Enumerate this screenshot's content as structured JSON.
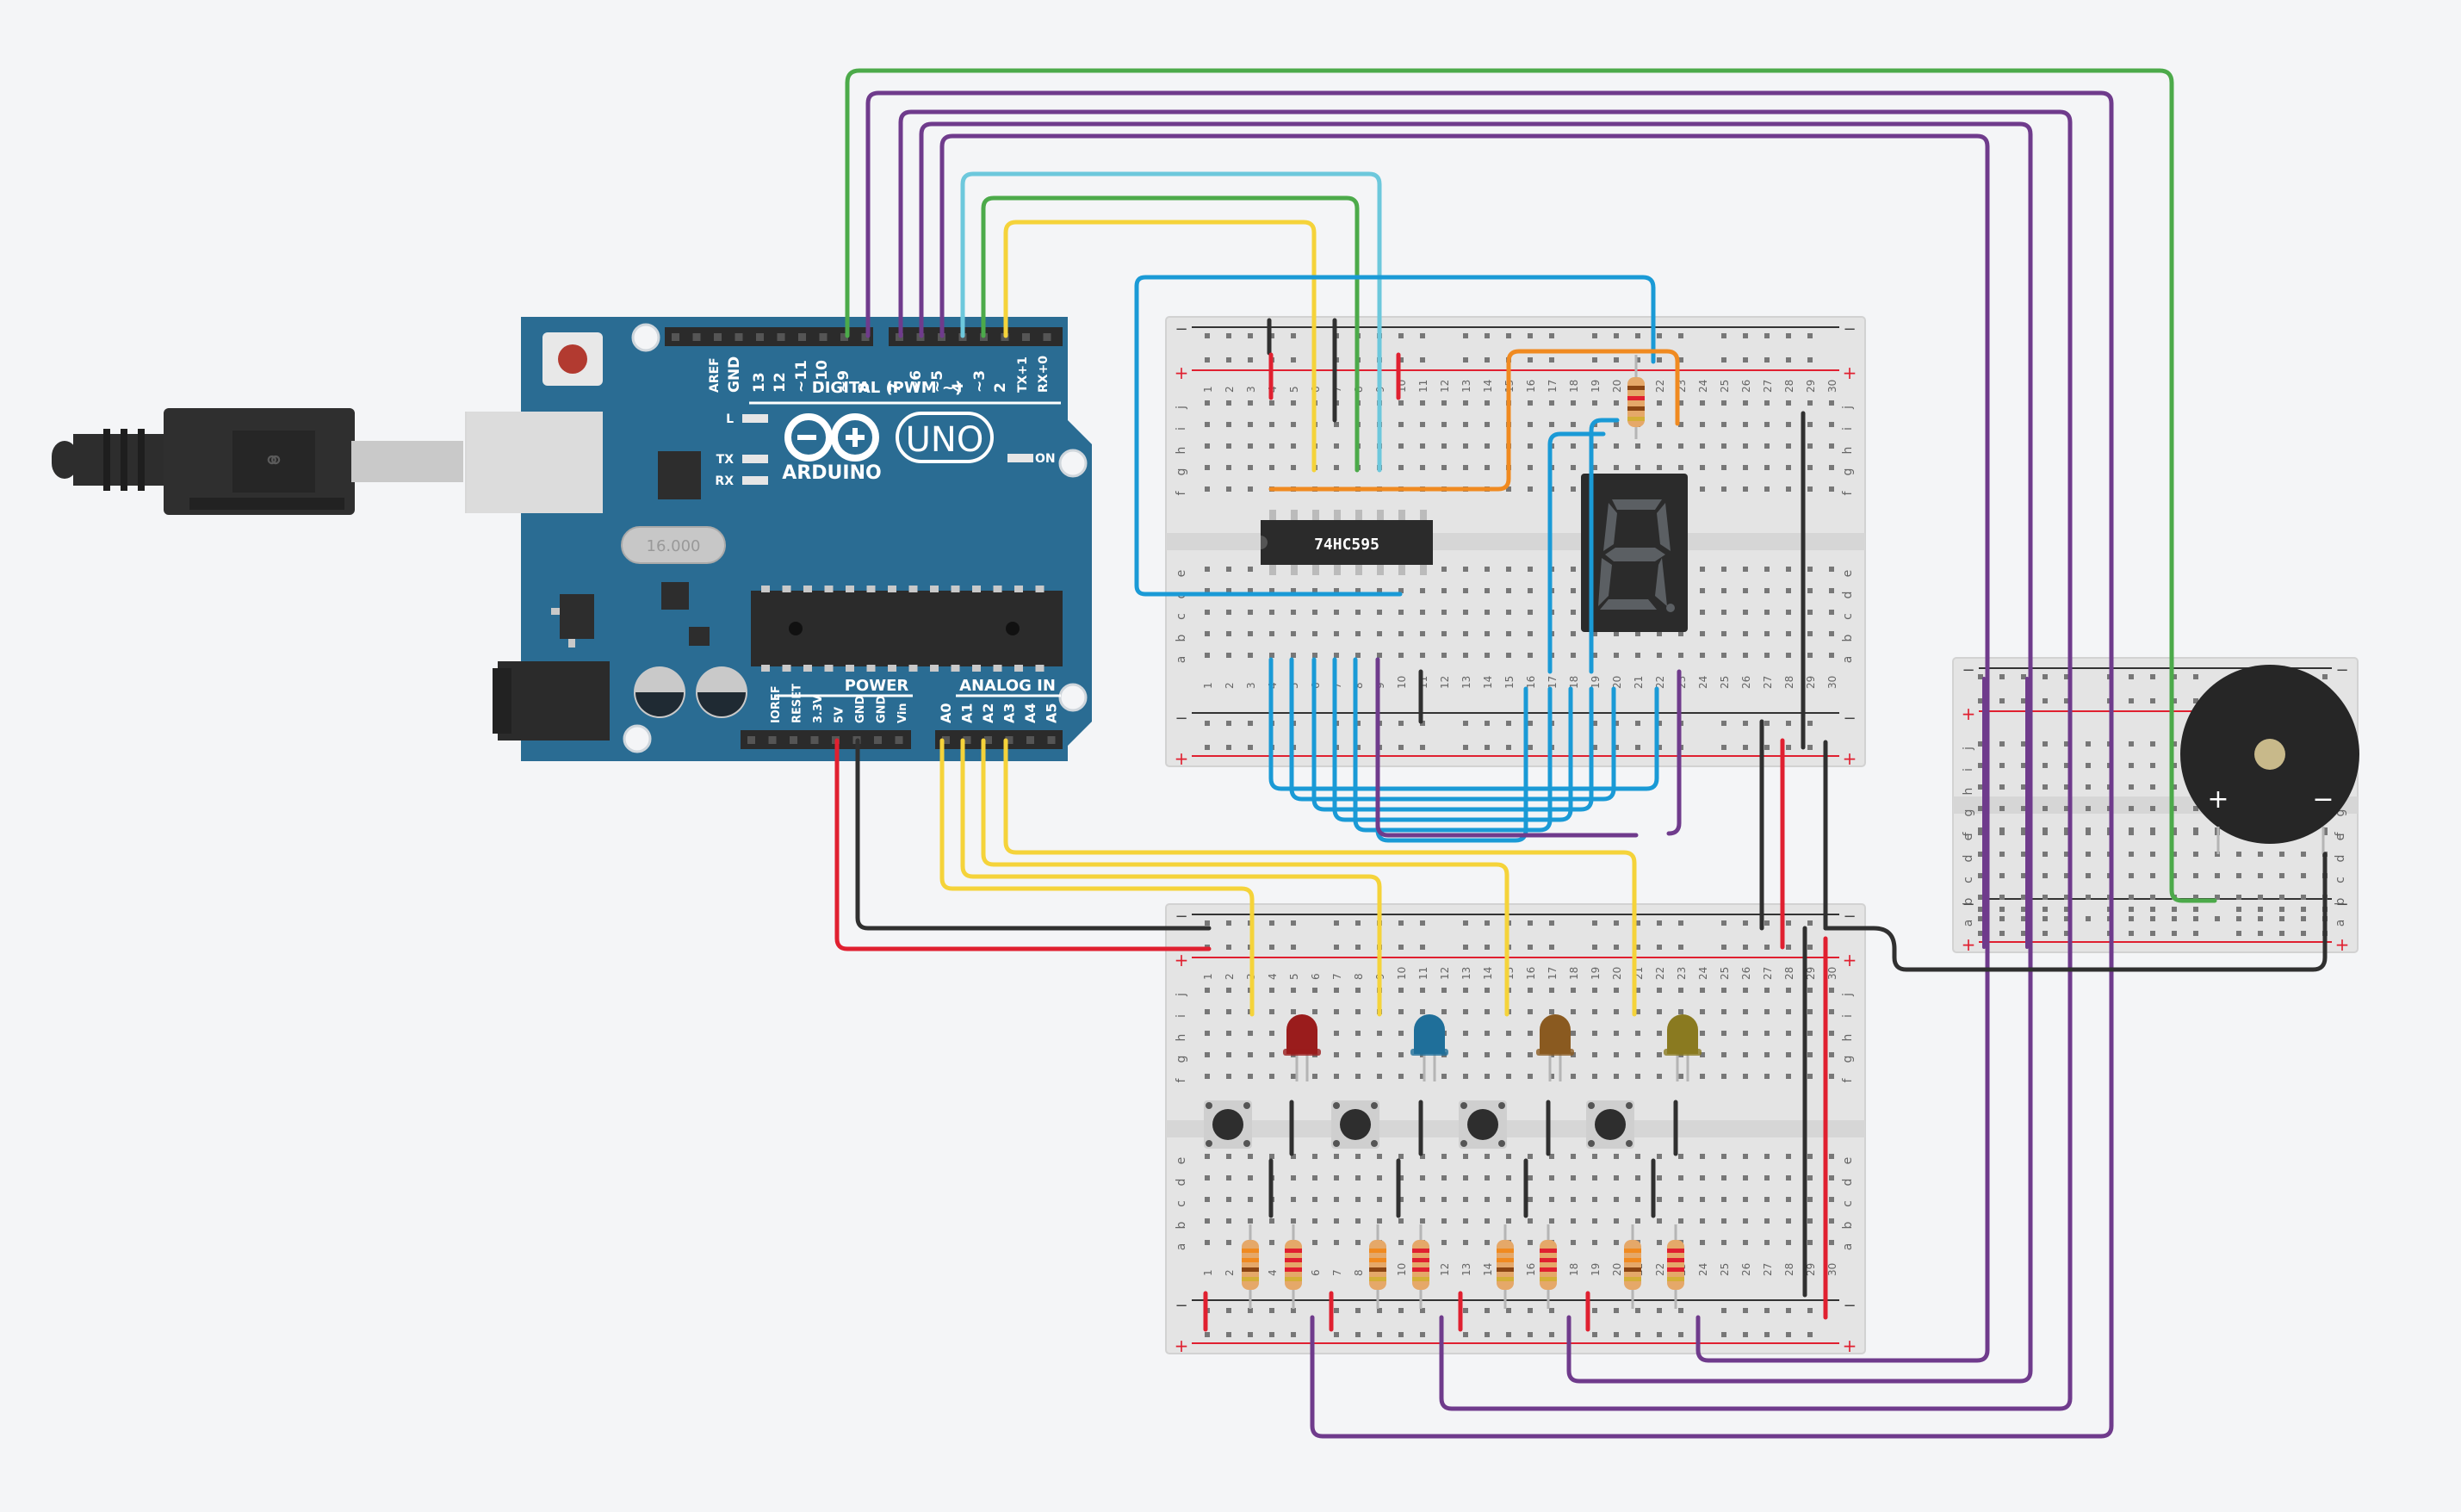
{
  "arduino": {
    "brand": "ARDUINO",
    "model": "UNO",
    "digital_header_label": "DIGITAL (PWM ~)",
    "power_header_label": "POWER",
    "analog_header_label": "ANALOG IN",
    "on_label": "ON",
    "led_labels": [
      "L",
      "TX",
      "RX"
    ],
    "digital_pins": [
      "AREF",
      "GND",
      "13",
      "12",
      "~11",
      "~10",
      "~9",
      "8",
      "7",
      "~6",
      "~5",
      "4",
      "~3",
      "2",
      "TX+1",
      "RX+0"
    ],
    "power_pins": [
      "IOREF",
      "RESET",
      "3.3V",
      "5V",
      "GND",
      "GND",
      "Vin"
    ],
    "analog_pins": [
      "A0",
      "A1",
      "A2",
      "A3",
      "A4",
      "A5"
    ],
    "crystal_label": "16.000"
  },
  "shift_register": {
    "label": "74HC595"
  },
  "breadboard": {
    "row_letters_top": [
      "j",
      "i",
      "h",
      "g",
      "f"
    ],
    "row_letters_bottom": [
      "e",
      "d",
      "c",
      "b",
      "a"
    ],
    "minus": "−",
    "plus": "+"
  },
  "buzzer": {
    "plus": "+",
    "minus": "−"
  },
  "colors": {
    "board": "#2a6c93",
    "wire_purple": "#6f3b8c",
    "wire_green": "#4caa4a",
    "wire_yellow": "#f5d33a",
    "wire_blue": "#1a9ad6",
    "wire_cyan": "#6dc8dc",
    "wire_red": "#e02030",
    "wire_black": "#303030",
    "wire_orange": "#f08a20"
  }
}
